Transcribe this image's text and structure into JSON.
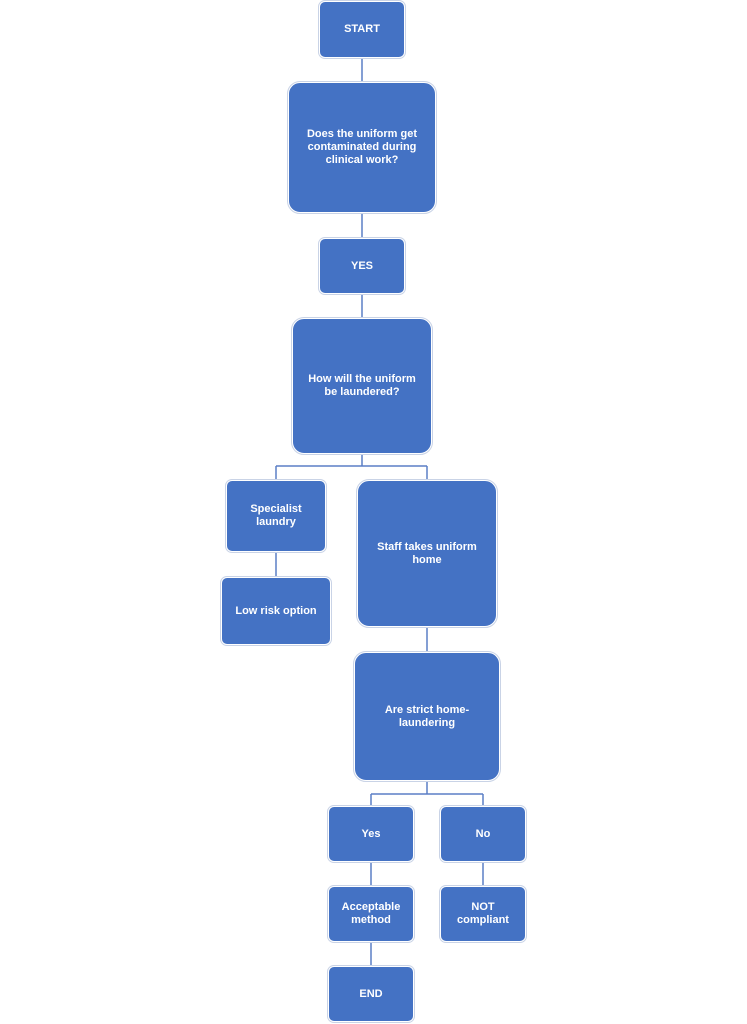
{
  "colors": {
    "node_fill": "#4472c4",
    "connector": "#5b7fc5",
    "background": "#ffffff"
  },
  "nodes": {
    "start": "START",
    "q_contaminated": "Does the uniform get contaminated during clinical work?",
    "yes_1": "YES",
    "q_laundered": "How will the uniform be laundered?",
    "specialist_laundry": "Specialist laundry",
    "low_risk": "Low risk option",
    "staff_home": "Staff takes uniform home",
    "q_strict": "Are strict home-laundering",
    "yes_2": "Yes",
    "no": "No",
    "acceptable": "Acceptable method",
    "not_compliant": "NOT compliant",
    "end": "END"
  }
}
